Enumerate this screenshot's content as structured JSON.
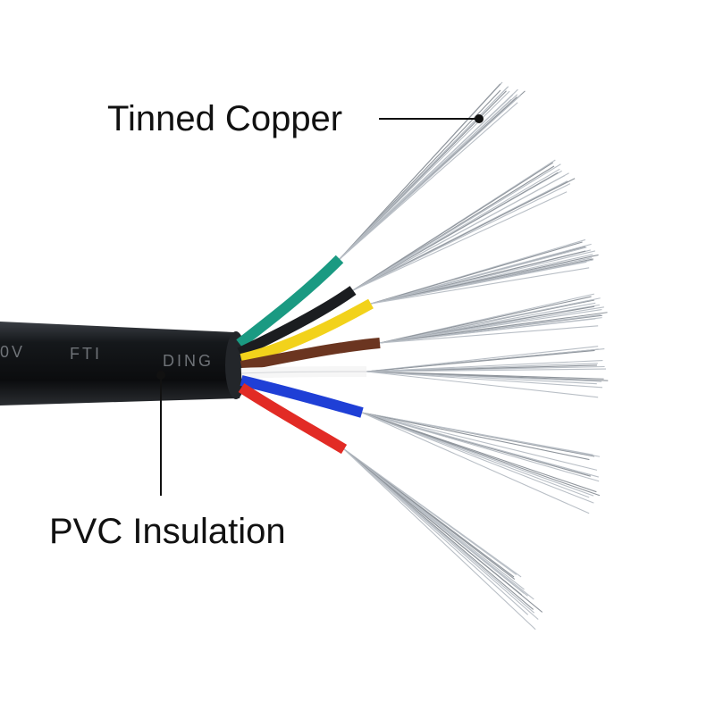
{
  "labels": {
    "top": "Tinned Copper",
    "bottom": "PVC Insulation"
  },
  "jacket_print": [
    "0V",
    "FTI",
    "DING"
  ],
  "colors": {
    "background": "#ffffff",
    "jacket": "#111417",
    "leader": "#111111",
    "copper": "#b9bfc6"
  },
  "conductors": [
    {
      "color": "#1a9a82"
    },
    {
      "color": "#1b1d20"
    },
    {
      "color": "#f2d21b"
    },
    {
      "color": "#6b3520"
    },
    {
      "color": "#f6f6f6"
    },
    {
      "color": "#1f3fd6"
    },
    {
      "color": "#e22b25"
    }
  ]
}
